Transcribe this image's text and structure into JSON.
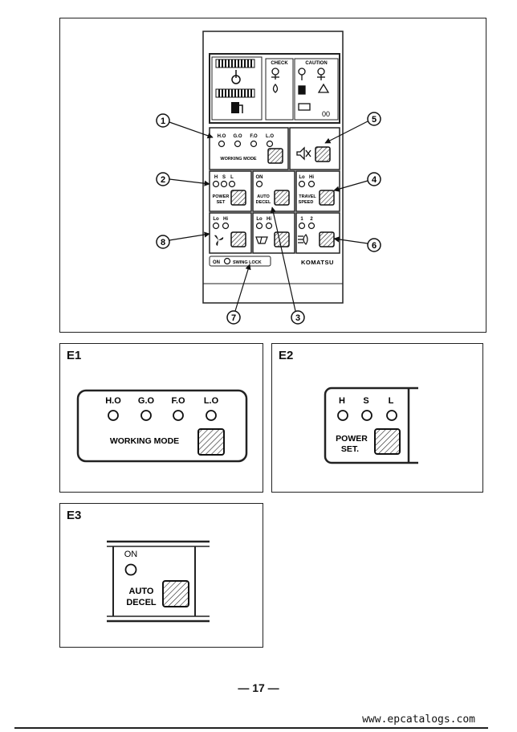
{
  "page_mark": "E",
  "main_panel": {
    "gauge_header_left": "CHECK",
    "gauge_header_right": "CAUTION",
    "working_mode": {
      "lamps": [
        "H.O",
        "G.O",
        "F.O",
        "L.O"
      ],
      "label": "WORKING MODE"
    },
    "power_set": {
      "lamps": [
        "H",
        "S",
        "L"
      ],
      "label_line1": "POWER",
      "label_line2": "SET"
    },
    "auto_decel": {
      "lamp": "ON",
      "label_line1": "AUTO",
      "label_line2": "DECEL"
    },
    "travel_speed": {
      "lamps": [
        "Lo",
        "Hi"
      ],
      "label_line1": "TRAVEL",
      "label_line2": "SPEED"
    },
    "fan": {
      "lamps": [
        "Lo",
        "Hi"
      ]
    },
    "wiper": {
      "lamps": [
        "Lo",
        "Hi"
      ]
    },
    "lights": {
      "lamps": [
        "1",
        "2"
      ]
    },
    "swing_lock": {
      "on": "ON",
      "label": "SWING LOCK"
    },
    "brand": "KOMATSU",
    "callouts": [
      "1",
      "2",
      "3",
      "4",
      "5",
      "6",
      "7",
      "8"
    ]
  },
  "e1": {
    "title": "E1",
    "lamps": [
      "H.O",
      "G.O",
      "F.O",
      "L.O"
    ],
    "label": "WORKING MODE"
  },
  "e2": {
    "title": "E2",
    "lamps": [
      "H",
      "S",
      "L"
    ],
    "label_line1": "POWER",
    "label_line2": "SET."
  },
  "e3": {
    "title": "E3",
    "lamp": "ON",
    "label_line1": "AUTO",
    "label_line2": "DECEL"
  },
  "page_number": "— 17 —",
  "footer_url": "www.epcatalogs.com"
}
